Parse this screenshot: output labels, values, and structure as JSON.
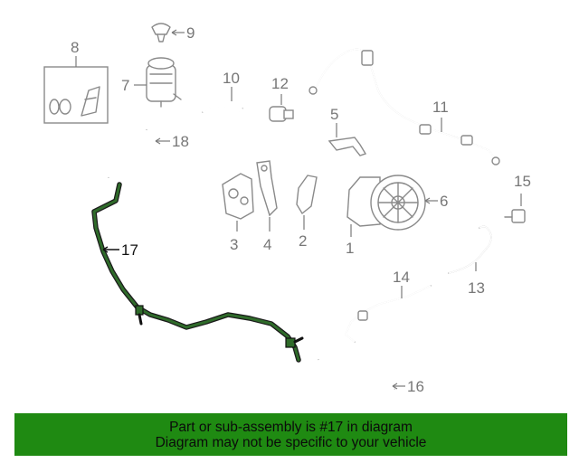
{
  "callouts": {
    "c1": "1",
    "c2": "2",
    "c3": "3",
    "c4": "4",
    "c5": "5",
    "c6": "6",
    "c7": "7",
    "c8": "8",
    "c9": "9",
    "c10": "10",
    "c11": "11",
    "c12": "12",
    "c13": "13",
    "c14": "14",
    "c15": "15",
    "c16": "16",
    "c17": "17",
    "c18": "18"
  },
  "highlight_part": "17",
  "colors": {
    "banner_bg": "#1f8a12",
    "highlight": "#2f6b2a",
    "part_stroke": "#8a8a8a"
  },
  "banner": {
    "line1": "Part or sub-assembly is #17 in diagram",
    "line2": "Diagram may not be specific to your vehicle"
  }
}
